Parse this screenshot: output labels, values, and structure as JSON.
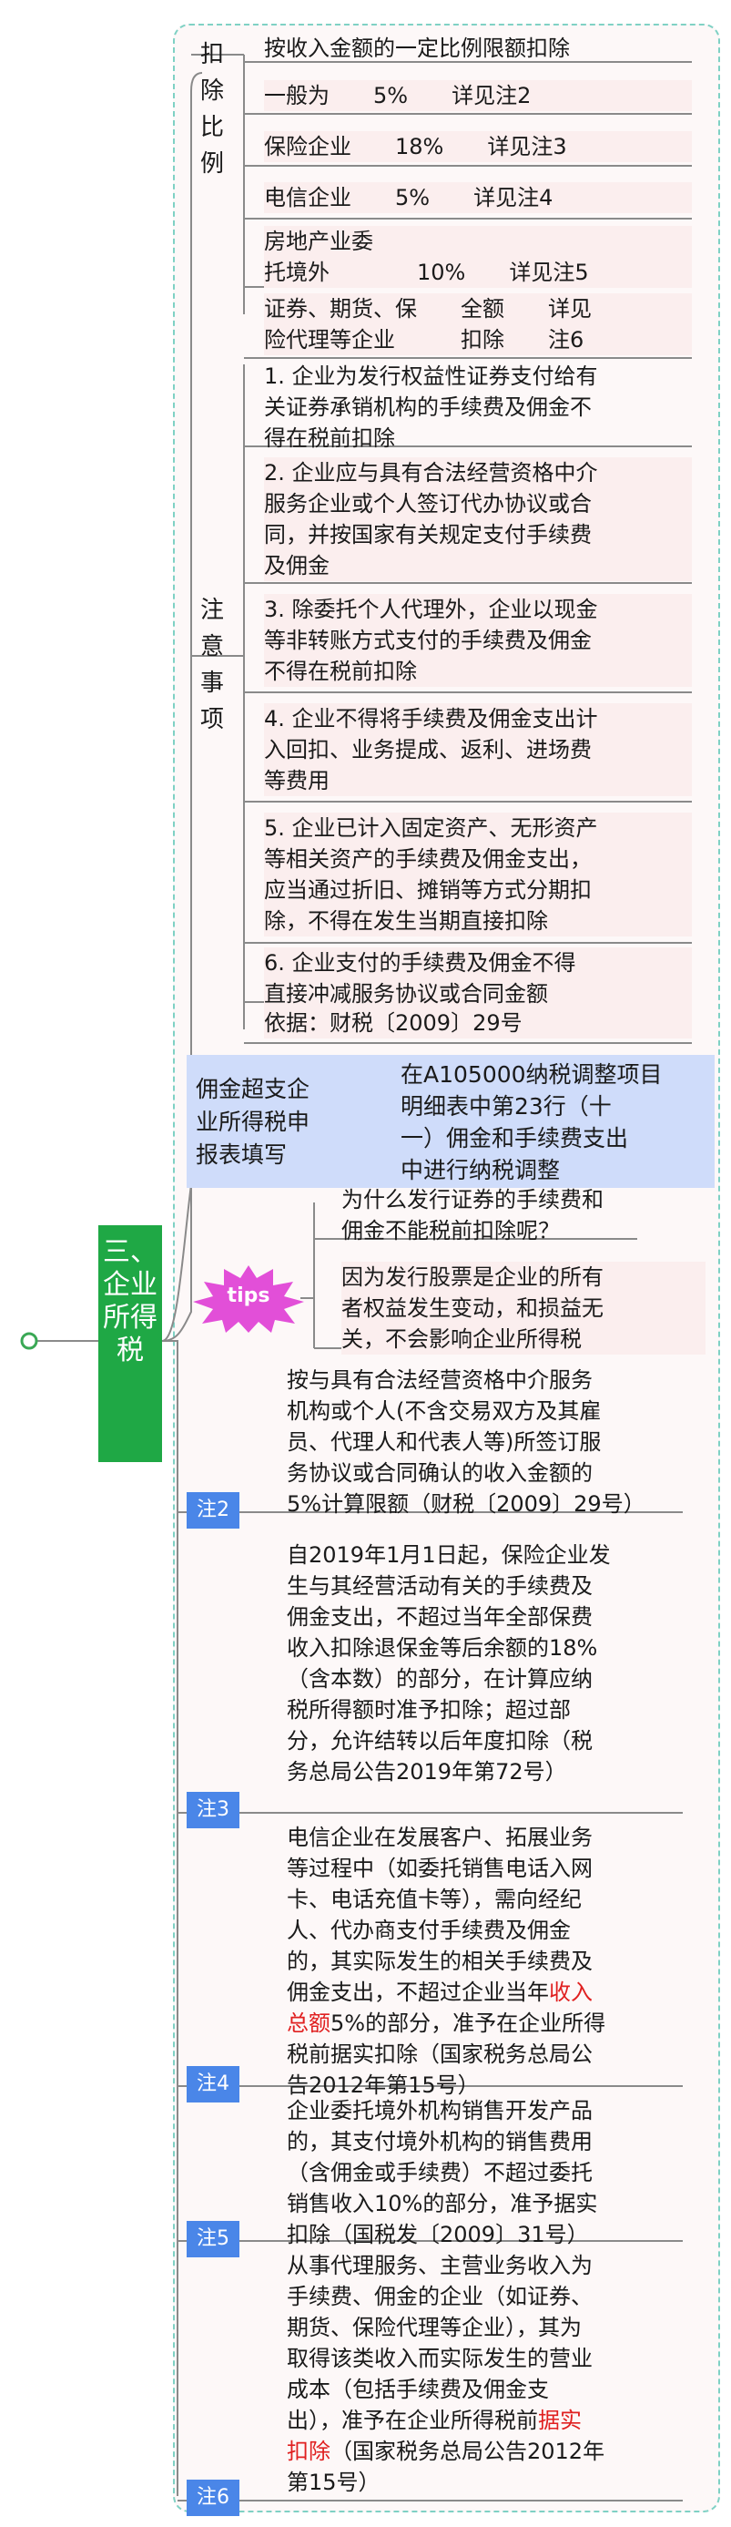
{
  "root": {
    "title": "三、企业所得税"
  },
  "deduction": {
    "label": "扣\n除\n比\n例",
    "rows": [
      "按收入金额的一定比例限额扣除",
      "一般为　　5%　　详见注2",
      "保险企业　　18%　　详见注3",
      "电信企业　　5%　　详见注4",
      "房地产业委\n托境外　　　　10%　　详见注5",
      "证券、期货、保　　全额　　详见\n险代理等企业　　　扣除　　注6"
    ]
  },
  "attention": {
    "label": "注\n意\n事\n项",
    "items": [
      "1. 企业为发行权益性证券支付给有\n关证券承销机构的手续费及佣金不\n得在税前扣除",
      "2. 企业应与具有合法经营资格中介\n服务企业或个人签订代办协议或合\n同，并按国家有关规定支付手续费\n及佣金",
      "3. 除委托个人代理外，企业以现金\n等非转账方式支付的手续费及佣金\n不得在税前扣除",
      "4. 企业不得将手续费及佣金支出计\n入回扣、业务提成、返利、进场费\n等费用",
      "5. 企业已计入固定资产、无形资产\n等相关资产的手续费及佣金支出，\n应当通过折旧、摊销等方式分期扣\n除，不得在发生当期直接扣除",
      "6. 企业支付的手续费及佣金不得\n直接冲减服务协议或合同金额",
      "依据：财税〔2009〕29号"
    ]
  },
  "filing": {
    "label": "佣金超支企\n业所得税申\n报表填写",
    "text": "在A105000纳税调整项目\n明细表中第23行（十\n一）佣金和手续费支出\n中进行纳税调整"
  },
  "tips": {
    "label": "tips",
    "question": "为什么发行证券的手续费和\n佣金不能税前扣除呢？",
    "answer": "因为发行股票是企业的所有\n者权益发生变动，和损益无\n关，不会影响企业所得税"
  },
  "notes": [
    {
      "label": "注2",
      "text": "按与具有合法经营资格中介服务\n机构或个人(不含交易双方及其雇\n员、代理人和代表人等)所签订服\n务协议或合同确认的收入金额的\n5%计算限额（财税〔2009〕29号）"
    },
    {
      "label": "注3",
      "text": "自2019年1月1日起，保险企业发\n生与其经营活动有关的手续费及\n佣金支出，不超过当年全部保费\n收入扣除退保金等后余额的18%\n（含本数）的部分，在计算应纳\n税所得额时准予扣除；超过部\n分，允许结转以后年度扣除（税\n务总局公告2019年第72号）"
    },
    {
      "label": "注4",
      "text_a": "电信企业在发展客户、拓展业务\n等过程中（如委托销售电话入网\n卡、电话充值卡等），需向经纪\n人、代办商支付手续费及佣金\n的，其实际发生的相关手续费及\n佣金支出，不超过企业当年",
      "red": "收入\n总额",
      "text_b": "5%的部分，准予在企业所得\n税前据实扣除（国家税务总局公\n告2012年第15号）"
    },
    {
      "label": "注5",
      "text": "企业委托境外机构销售开发产品\n的，其支付境外机构的销售费用\n（含佣金或手续费）不超过委托\n销售收入10%的部分，准予据实\n扣除（国税发〔2009〕31号）"
    },
    {
      "label": "注6",
      "text_a": "从事代理服务、主营业务收入为\n手续费、佣金的企业（如证券、\n期货、保险代理等企业），其为\n取得该类收入而实际发生的营业\n成本（包括手续费及佣金支\n出），准予在企业所得税前",
      "red": "据实\n扣除",
      "text_b": "（国家税务总局公告2012年\n第15号）"
    }
  ]
}
